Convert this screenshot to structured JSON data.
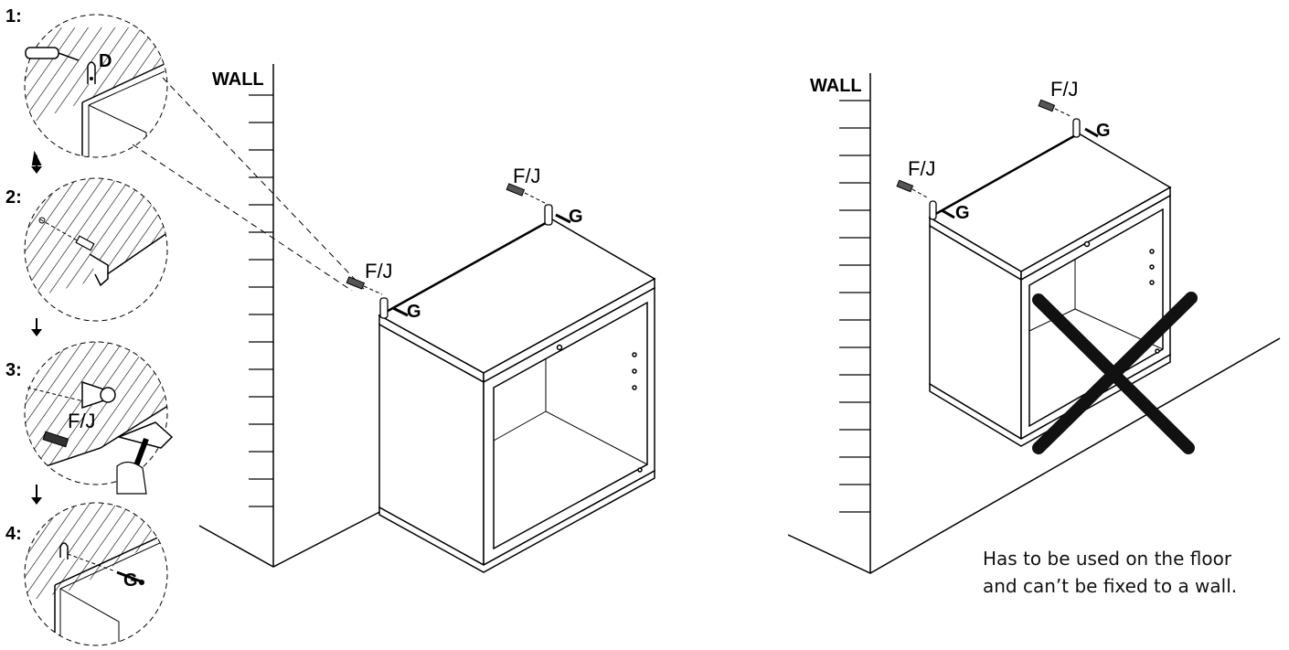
{
  "steps": [
    {
      "number": "1:",
      "part": "D"
    },
    {
      "number": "2:",
      "part": ""
    },
    {
      "number": "3:",
      "part": "F/J"
    },
    {
      "number": "4:",
      "part": "G"
    }
  ],
  "left_scene": {
    "wall_label": "WALL",
    "anchor_label_1": "F/J",
    "anchor_label_2": "F/J",
    "screw_label_1": "G",
    "screw_label_2": "G"
  },
  "right_scene": {
    "wall_label": "WALL",
    "anchor_label_1": "F/J",
    "anchor_label_2": "F/J",
    "screw_label_1": "G",
    "screw_label_2": "G",
    "status": "not-allowed"
  },
  "note": {
    "line1": "Has to be used on the floor",
    "line2": "and can’t be fixed to a wall."
  },
  "colors": {
    "ink": "#000000",
    "background": "#ffffff",
    "cross": "#111111"
  },
  "icons": [
    "screwdriver-icon",
    "hammer-icon",
    "wall-plug-icon",
    "screw-icon",
    "bracket-icon",
    "hand-icon",
    "down-arrow-icon",
    "cross-mark-icon"
  ]
}
